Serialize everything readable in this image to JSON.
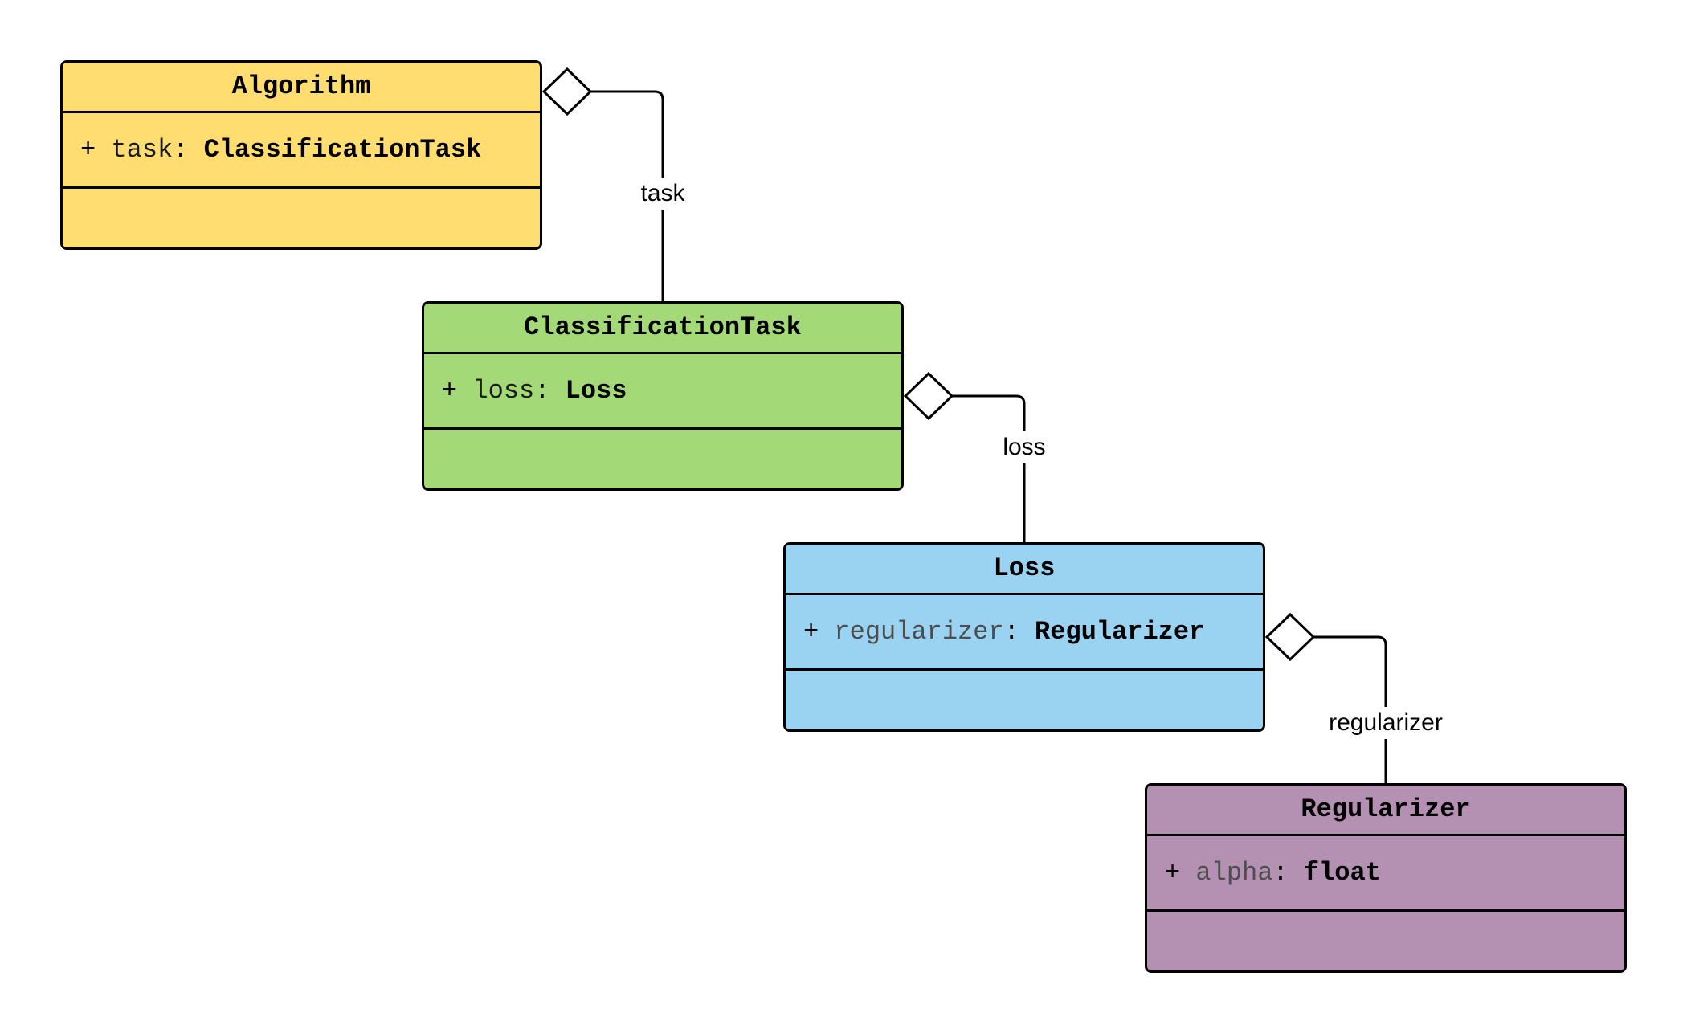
{
  "classes": [
    {
      "name": "Algorithm",
      "visibility": "+",
      "attr": "task",
      "type": "ClassificationTask",
      "color": "#FFDD71",
      "attr_color": "#1a1a1a"
    },
    {
      "name": "ClassificationTask",
      "visibility": "+",
      "attr": "loss",
      "type": "Loss",
      "color": "#A3D977",
      "attr_color": "#1a1a1a"
    },
    {
      "name": "Loss",
      "visibility": "+",
      "attr": "regularizer",
      "type": "Regularizer",
      "color": "#9AD2F2",
      "attr_color": "#4d4d4d"
    },
    {
      "name": "Regularizer",
      "visibility": "+",
      "attr": "alpha",
      "type": "float",
      "color": "#B491B3",
      "attr_color": "#4d4d4d"
    }
  ],
  "associations": [
    {
      "from": "Algorithm",
      "to": "ClassificationTask",
      "kind": "aggregation",
      "label": "task"
    },
    {
      "from": "ClassificationTask",
      "to": "Loss",
      "kind": "aggregation",
      "label": "loss"
    },
    {
      "from": "Loss",
      "to": "Regularizer",
      "kind": "aggregation",
      "label": "regularizer"
    }
  ]
}
